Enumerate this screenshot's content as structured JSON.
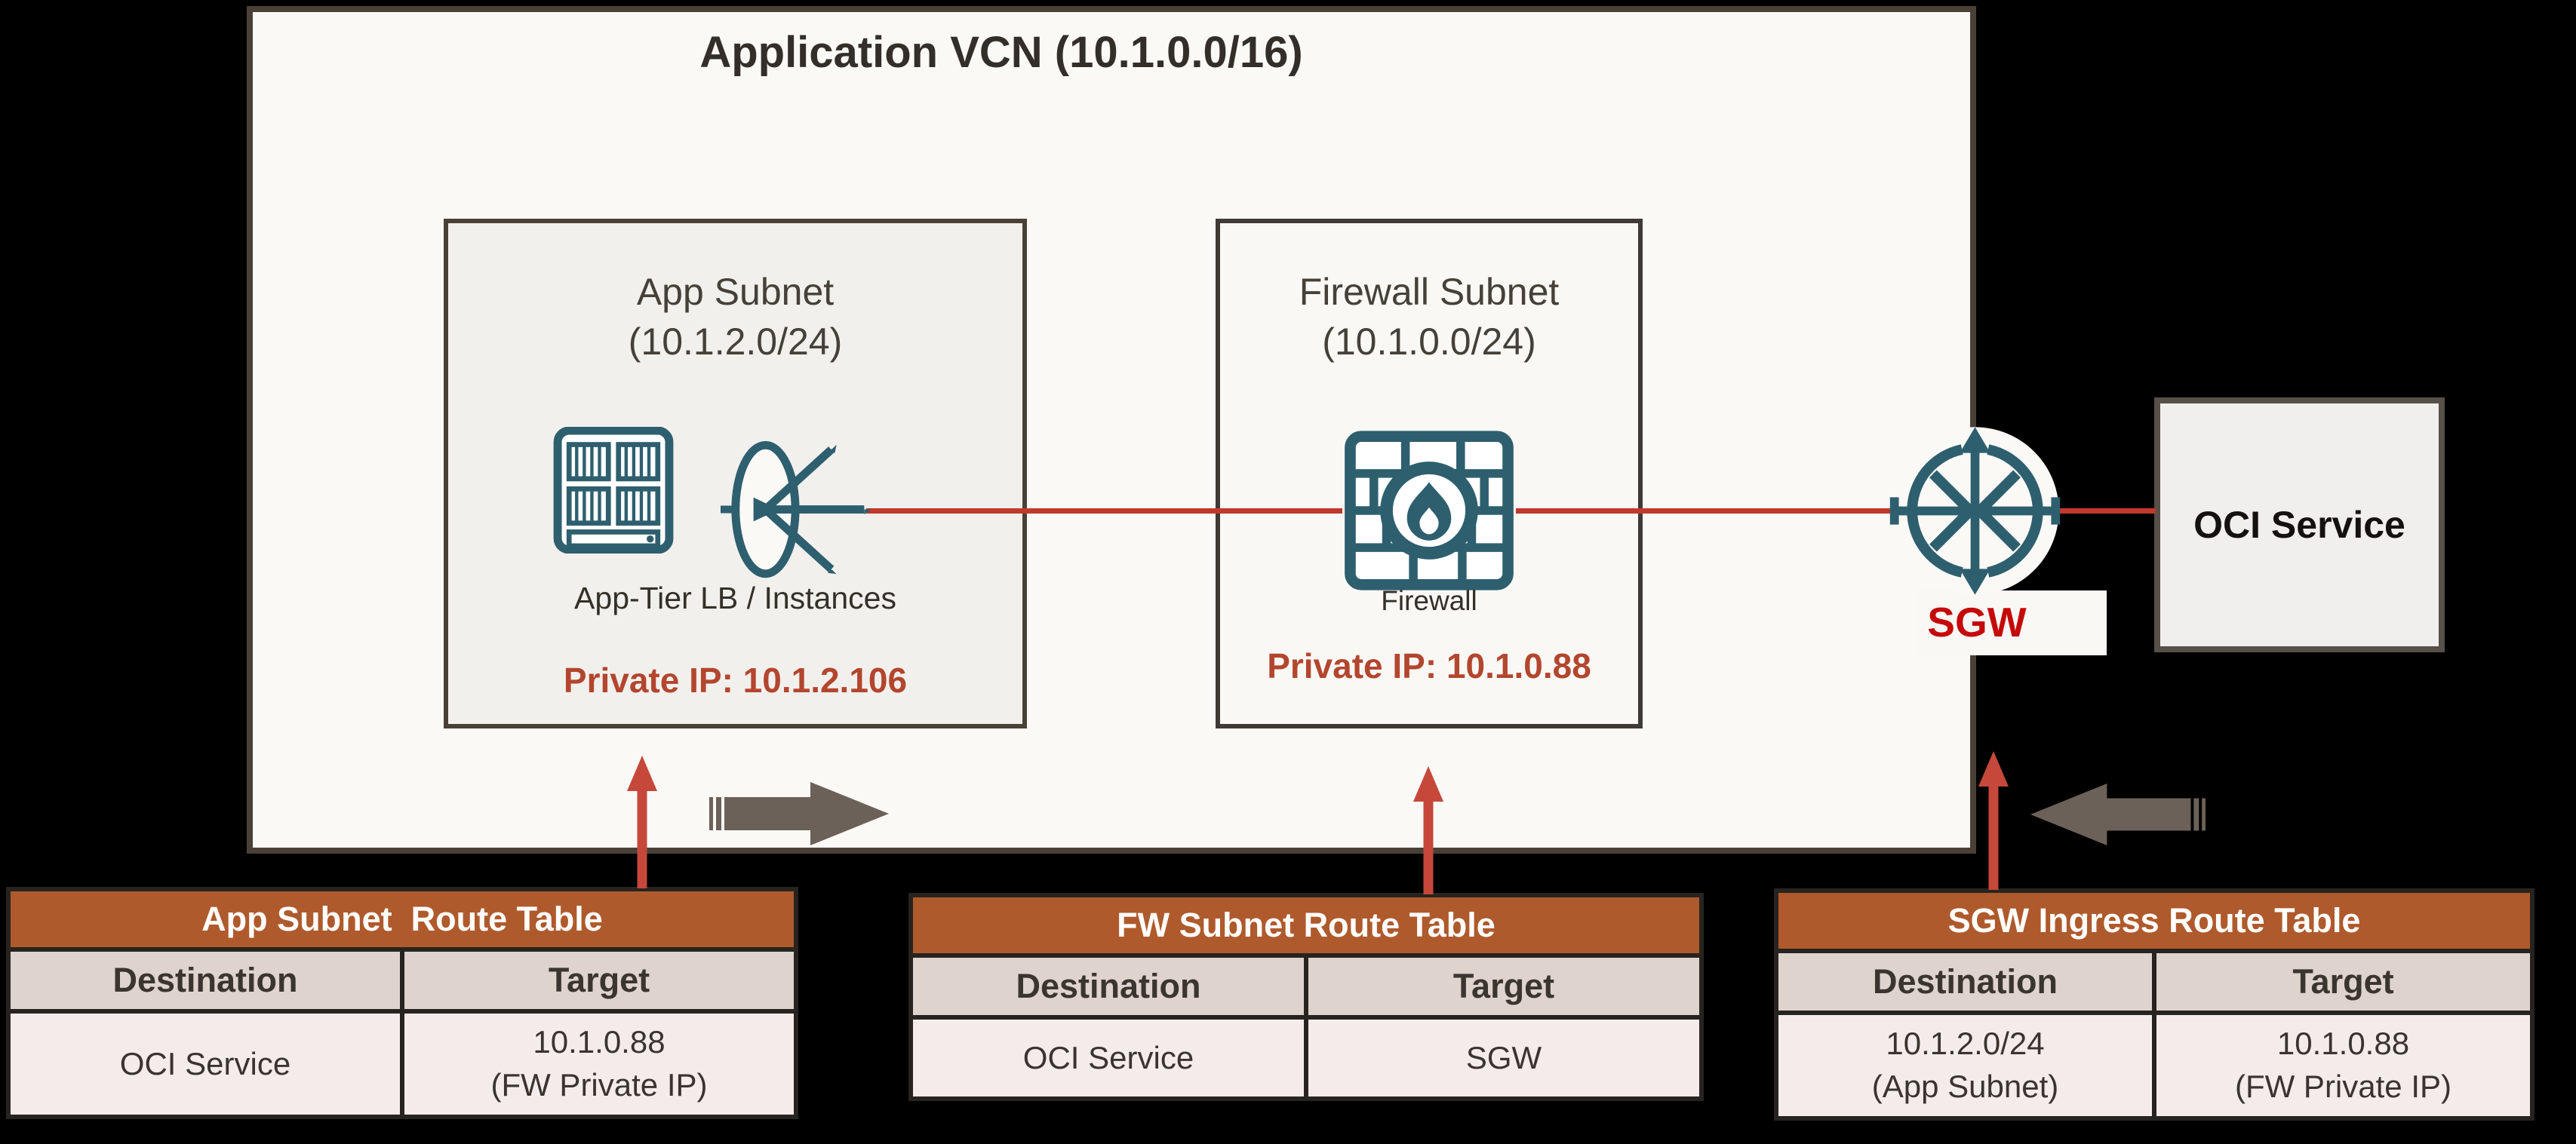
{
  "diagram": {
    "vcn_title": "Application VCN (10.1.0.0/16)",
    "app_subnet": {
      "title": "App Subnet\n(10.1.2.0/24)",
      "label": "App-Tier LB / Instances",
      "private_ip": "Private IP: 10.1.2.106"
    },
    "firewall_subnet": {
      "title": "Firewall Subnet\n(10.1.0.0/24)",
      "label": "Firewall",
      "private_ip": "Private IP: 10.1.0.88"
    },
    "sgw_label": "SGW",
    "oci_service_label": "OCI Service"
  },
  "tables": [
    {
      "title": "App Subnet  Route Table",
      "columns": [
        "Destination",
        "Target"
      ],
      "rows": [
        [
          "OCI Service",
          "10.1.0.88\n(FW Private IP)"
        ]
      ]
    },
    {
      "title": "FW Subnet Route Table",
      "columns": [
        "Destination",
        "Target"
      ],
      "rows": [
        [
          "OCI Service",
          "SGW"
        ]
      ]
    },
    {
      "title": "SGW Ingress Route Table",
      "columns": [
        "Destination",
        "Target"
      ],
      "rows": [
        [
          "10.1.2.0/24\n(App Subnet)",
          "10.1.0.88\n(FW Private IP)"
        ]
      ]
    }
  ],
  "colors": {
    "table_header_orange": "#AF5A2C",
    "table_column_header_bg": "#DFD3CE",
    "table_data_row_bg": "#F4ECEA",
    "icon_teal": "#2E5F6F",
    "arrow_red": "#C5483A",
    "connector_red": "#C03A2B",
    "private_ip_red": "#B3462E",
    "sgw_label_red": "#C40A0A",
    "flow_arrow_gray": "#6B6158",
    "vcn_border_brown": "#4A4036"
  }
}
